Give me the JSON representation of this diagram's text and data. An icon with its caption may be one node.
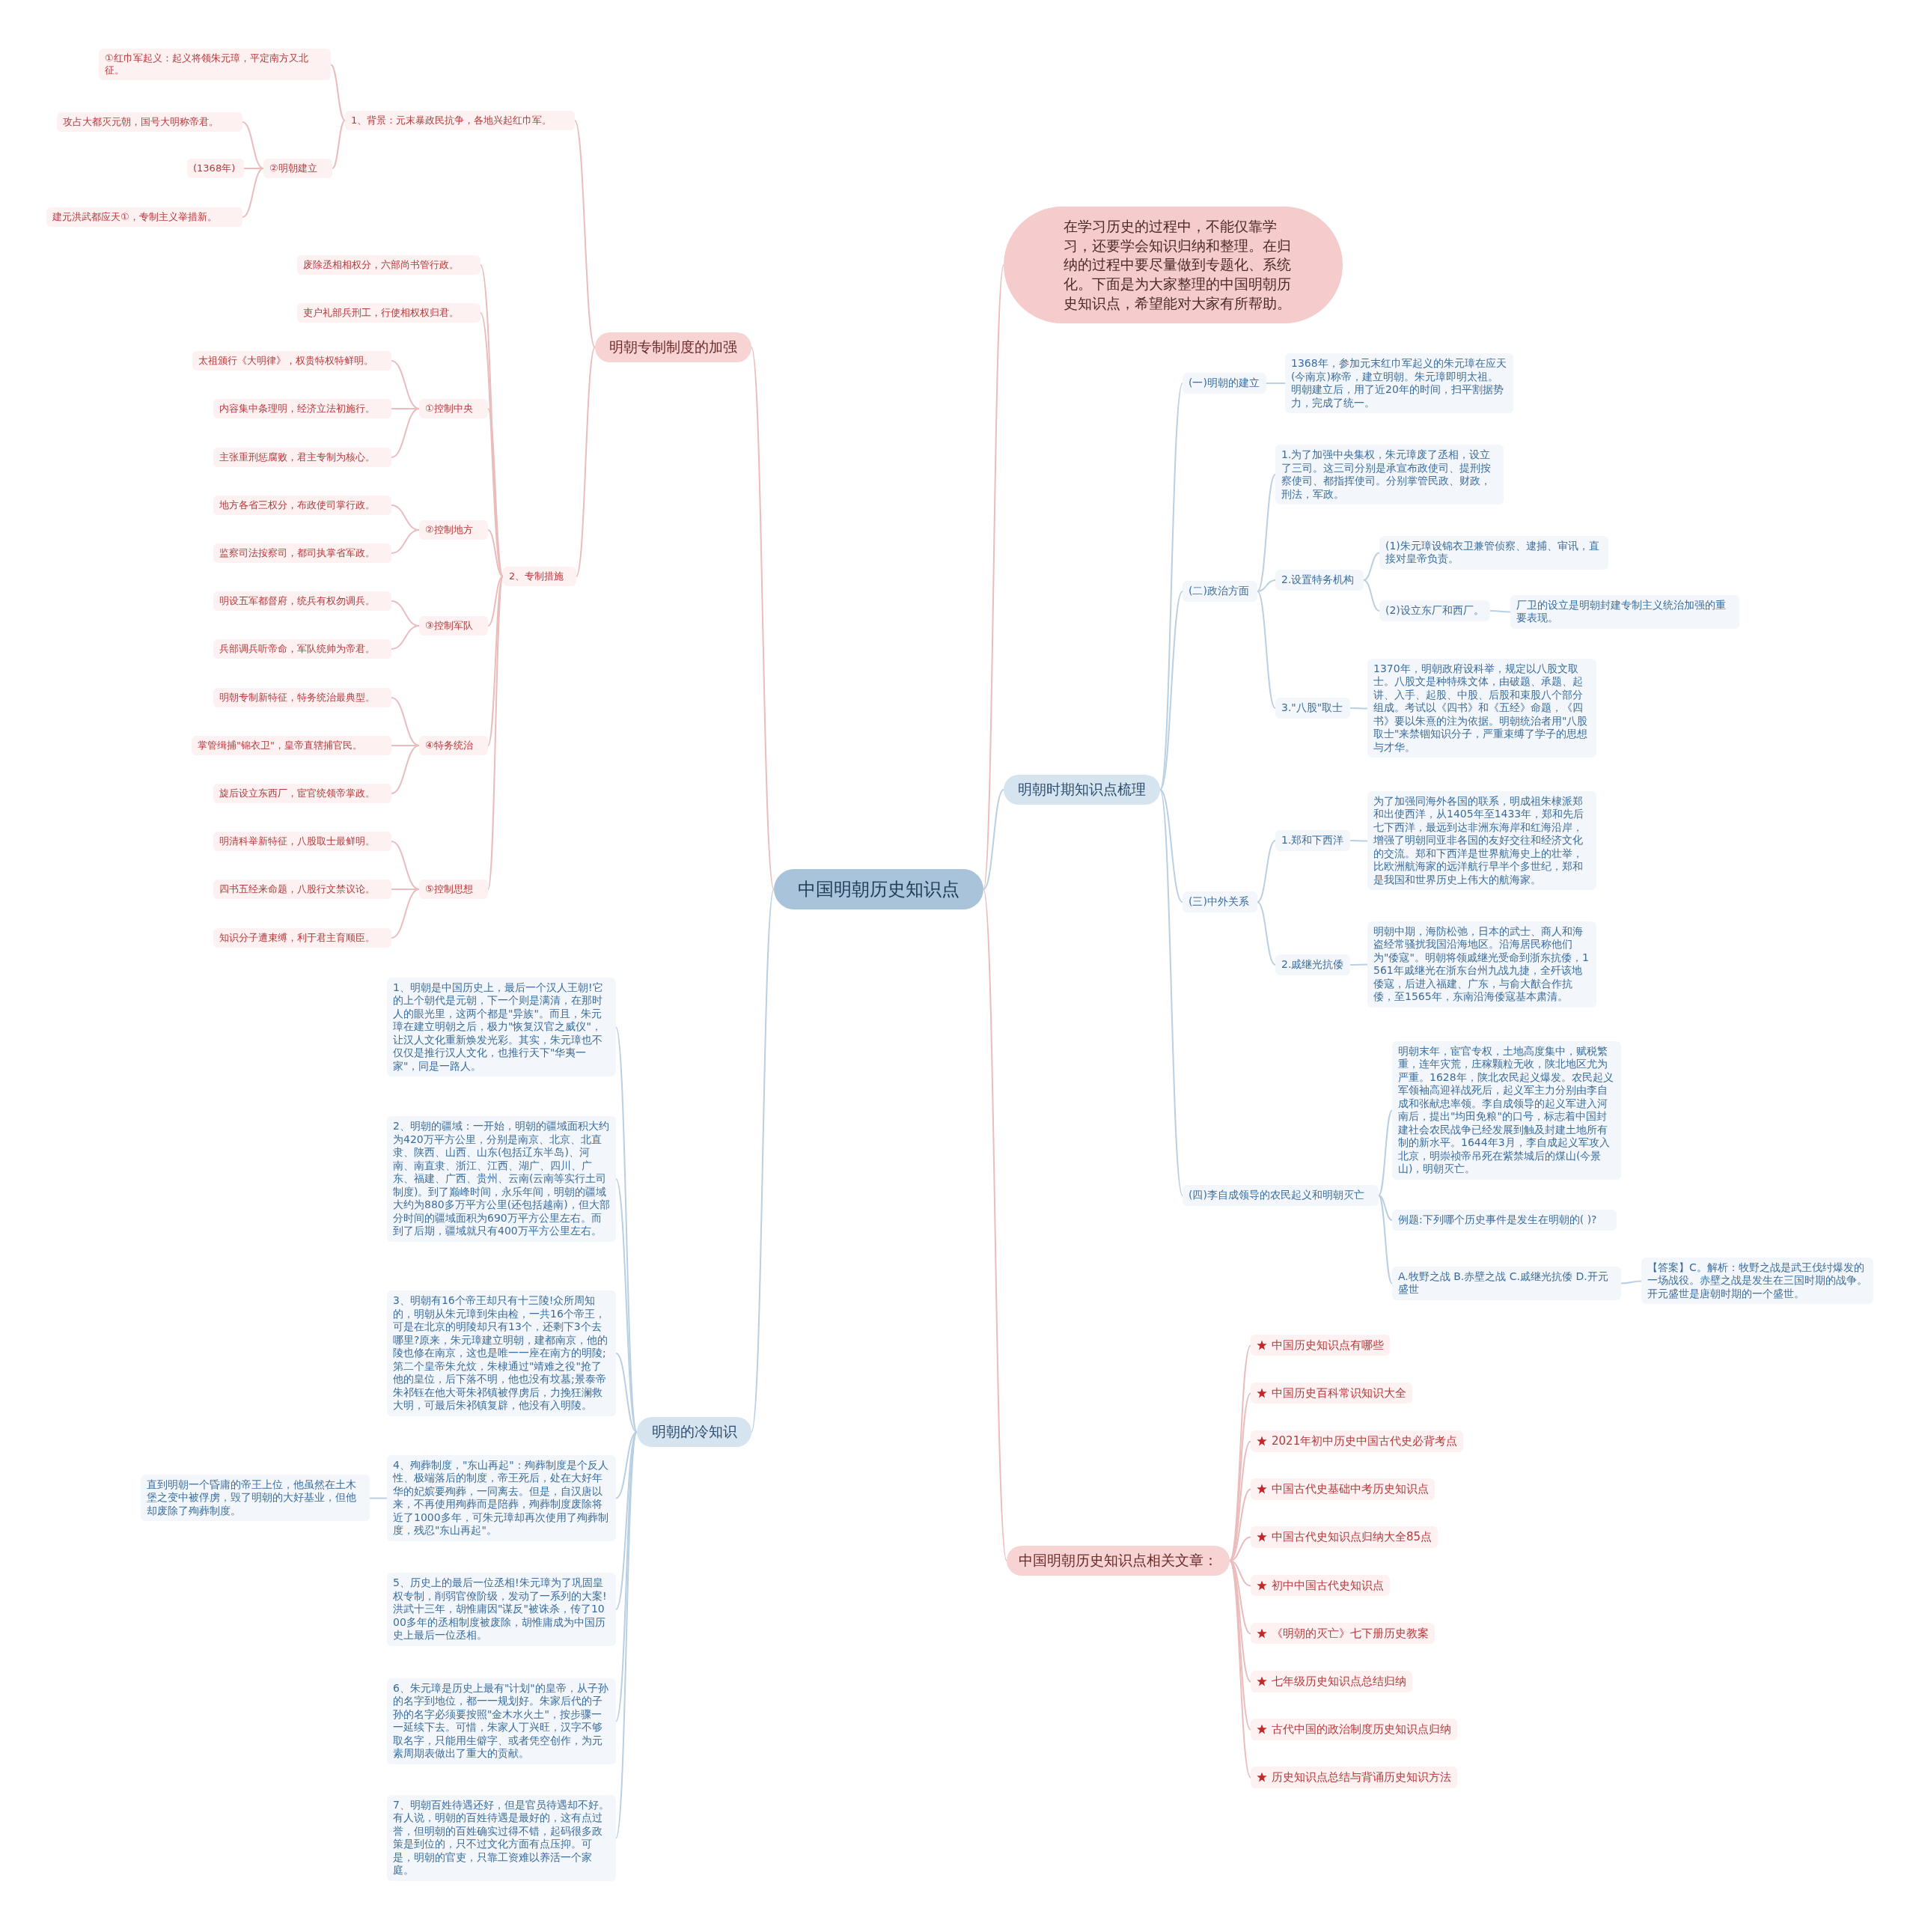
{
  "diagram": {
    "nodes": [
      {
        "text": [
          "中国明朝历史知识点"
        ]
      },
      {
        "text": [
          "在学习历史的过程中，不能仅靠学习，还要学会知识归纳和整理。在归纳的过程中要尽量做到专题化、系统化。下面是为大家整理的中国明朝历史知识点，希望能对大家有所帮助。"
        ]
      },
      {
        "text": [
          "明朝专制制度的加强"
        ]
      },
      {
        "text": [
          "1、背景：元末暴政民抗争，各地兴起红巾军。"
        ]
      },
      {
        "text": [
          "①红巾军起义：起义将领朱元璋，平定南方又北征。"
        ]
      },
      {
        "text": [
          "②明朝建立"
        ]
      },
      {
        "text": [
          "攻占大都灭元朝，国号大明称帝君。"
        ]
      },
      {
        "text": [
          "(1368年)"
        ]
      },
      {
        "text": [
          "建元洪武都应天①，专制主义举措新。"
        ]
      },
      {
        "text": [
          "2、专制措施"
        ]
      },
      {
        "text": [
          "废除丞相相权分，六部尚书管行政。"
        ]
      },
      {
        "text": [
          "吏户礼部兵刑工，行使相权权归君。"
        ]
      },
      {
        "text": [
          "①控制中央"
        ]
      },
      {
        "text": [
          "太祖颁行《大明律》，权贵特权特鲜明。"
        ]
      },
      {
        "text": [
          "内容集中条理明，经济立法初施行。"
        ]
      },
      {
        "text": [
          "主张重刑惩腐败，君主专制为核心。"
        ]
      },
      {
        "text": [
          "②控制地方"
        ]
      },
      {
        "text": [
          "地方各省三权分，布政使司掌行政。"
        ]
      },
      {
        "text": [
          "监察司法按察司，都司执掌省军政。"
        ]
      },
      {
        "text": [
          "③控制军队"
        ]
      },
      {
        "text": [
          "明设五军都督府，统兵有权勿调兵。"
        ]
      },
      {
        "text": [
          "兵部调兵听帝命，军队统帅为帝君。"
        ]
      },
      {
        "text": [
          "④特务统治"
        ]
      },
      {
        "text": [
          "明朝专制新特征，特务统治最典型。"
        ]
      },
      {
        "text": [
          "掌管缉捕\"锦衣卫\"，皇帝直辖捕官民。"
        ]
      },
      {
        "text": [
          "旋后设立东西厂，宦官统领帝掌政。"
        ]
      },
      {
        "text": [
          "⑤控制思想"
        ]
      },
      {
        "text": [
          "明清科举新特征，八股取士最鲜明。"
        ]
      },
      {
        "text": [
          "四书五经来命题，八股行文禁议论。"
        ]
      },
      {
        "text": [
          "知识分子遭束缚，利于君主育顺臣。"
        ]
      },
      {
        "text": [
          "明朝时期知识点梳理"
        ]
      },
      {
        "text": [
          "(一)明朝的建立"
        ]
      },
      {
        "text": [
          "1368年，参加元末红巾军起义的朱元璋在应天(今南京)称帝，建立明朝。朱元璋即明太祖。明朝建立后，用了近20年的时间，扫平割据势力，完成了统一。"
        ]
      },
      {
        "text": [
          "(二)政治方面"
        ]
      },
      {
        "text": [
          "1.为了加强中央集权，朱元璋废了丞相，设立了三司。这三司分别是承宣布政使司、提刑按察使司、都指挥使司。分别掌管民政、财政，刑法，军政。"
        ]
      },
      {
        "text": [
          "2.设置特务机构"
        ]
      },
      {
        "text": [
          "(1)朱元璋设锦衣卫兼管侦察、逮捕、审讯，直接对皇帝负责。"
        ]
      },
      {
        "text": [
          "(2)设立东厂和西厂。"
        ]
      },
      {
        "text": [
          "厂卫的设立是明朝封建专制主义统治加强的重要表现。"
        ]
      },
      {
        "text": [
          "3.\"八股\"取士"
        ]
      },
      {
        "text": [
          "1370年，明朝政府设科举，规定以八股文取士。八股文是种特殊文体，由破题、承题、起讲、入手、起股、中股、后股和束股八个部分组成。考试以《四书》和《五经》命题，《四书》要以朱熹的注为依据。明朝统治者用\"八股取士\"来禁锢知识分子，严重束缚了学子的思想与才华。"
        ]
      },
      {
        "text": [
          "(三)中外关系"
        ]
      },
      {
        "text": [
          "1.郑和下西洋"
        ]
      },
      {
        "text": [
          "为了加强同海外各国的联系，明成祖朱棣派郑和出使西洋，从1405年至1433年，郑和先后七下西洋，最远到达非洲东海岸和红海沿岸，增强了明朝同亚非各国的友好交往和经济文化的交流。郑和下西洋是世界航海史上的壮举，比欧洲航海家的远洋航行早半个多世纪，郑和是我国和世界历史上伟大的航海家。"
        ]
      },
      {
        "text": [
          "2.戚继光抗倭"
        ]
      },
      {
        "text": [
          "明朝中期，海防松弛，日本的武士、商人和海盗经常骚扰我国沿海地区。沿海居民称他们为\"倭寇\"。明朝将领戚继光受命到浙东抗倭，1561年戚继光在浙东台州九战九捷，全歼该地倭寇，后进入福建、广东，与俞大猷合作抗倭，至1565年，东南沿海倭寇基本肃清。"
        ]
      },
      {
        "text": [
          "(四)李自成领导的农民起义和明朝灭亡"
        ]
      },
      {
        "text": [
          "明朝末年，宦官专权，土地高度集中，赋税繁重，连年灾荒，庄稼颗粒无收，陕北地区尤为严重。1628年，陕北农民起义爆发。农民起义军领袖高迎祥战死后，起义军主力分别由李自成和张献忠率领。李自成领导的起义军进入河南后，提出\"均田免粮\"的口号，标志着中国封建社会农民战争已经发展到触及封建土地所有制的新水平。1644年3月，李自成起义军攻入北京，明崇祯帝吊死在紫禁城后的煤山(今景山)，明朝灭亡。"
        ]
      },
      {
        "text": [
          "例题:下列哪个历史事件是发生在明朝的( )?"
        ]
      },
      {
        "text": [
          "A.牧野之战 B.赤壁之战 C.戚继光抗倭 D.开元盛世"
        ]
      },
      {
        "text": [
          "【答案】C。解析：牧野之战是武王伐纣爆发的一场战役。赤壁之战是发生在三国时期的战争。开元盛世是唐朝时期的一个盛世。"
        ]
      },
      {
        "text": [
          "明朝的冷知识"
        ]
      },
      {
        "text": [
          "1、明朝是中国历史上，最后一个汉人王朝!它的上个朝代是元朝，下一个则是满清，在那时人的眼光里，这两个都是\"异族\"。而且，朱元璋在建立明朝之后，极力\"恢复汉官之威仪\"，让汉人文化重新焕发光彩。其实，朱元璋也不仅仅是推行汉人文化，也推行天下\"华夷一家\"，同是一路人。"
        ]
      },
      {
        "text": [
          "2、明朝的疆域：一开始，明朝的疆域面积大约为420万平方公里，分别是南京、北京、北直隶、陕西、山西、山东(包括辽东半岛)、河南、南直隶、浙江、江西、湖广、四川、广东、福建、广西、贵州、云南(云南等实行土司制度)。到了巅峰时间，永乐年间，明朝的疆域大约为880多万平方公里(还包括越南)，但大部分时间的疆域面积为690万平方公里左右。而到了后期，疆域就只有400万平方公里左右。"
        ]
      },
      {
        "text": [
          "3、明朝有16个帝王却只有十三陵!众所周知的，明朝从朱元璋到朱由检，一共16个帝王，可是在北京的明陵却只有13个，还剩下3个去哪里?原来，朱元璋建立明朝，建都南京，他的陵也修在南京，这也是唯一一座在南方的明陵;第二个皇帝朱允炆，朱棣通过\"靖难之役\"抢了他的皇位，后下落不明，他也没有坟墓;景泰帝朱祁钰在他大哥朱祁镇被俘虏后，力挽狂澜救大明，可最后朱祁镇复辟，他没有入明陵。"
        ]
      },
      {
        "text": [
          "4、殉葬制度，\"东山再起\"：殉葬制度是个反人性、极端落后的制度，帝王死后，处在大好年华的妃嫔要殉葬，一同离去。但是，自汉唐以来，不再使用殉葬而是陪葬，殉葬制度废除将近了1000多年，可朱元璋却再次使用了殉葬制度，残忍\"东山再起\"。"
        ]
      },
      {
        "text": [
          "直到明朝一个昏庸的帝王上位，他虽然在土木堡之变中被俘虏，毁了明朝的大好基业，但他却废除了殉葬制度。"
        ]
      },
      {
        "text": [
          "5、历史上的最后一位丞相!朱元璋为了巩固皇权专制，削弱官僚阶级，发动了一系列的大案!洪武十三年，胡惟庸因\"谋反\"被诛杀，传了1000多年的丞相制度被废除，胡惟庸成为中国历史上最后一位丞相。"
        ]
      },
      {
        "text": [
          "6、朱元璋是历史上最有\"计划\"的皇帝，从子孙的名字到地位，都一一规划好。朱家后代的子孙的名字必须要按照\"金木水火土\"，按步骤一一延续下去。可惜，朱家人丁兴旺，汉字不够取名字，只能用生僻字、或者凭空创作，为元素周期表做出了重大的贡献。"
        ]
      },
      {
        "text": [
          "7、明朝百姓待遇还好，但是官员待遇却不好。有人说，明朝的百姓待遇是最好的，这有点过誉，但明朝的百姓确实过得不错，起码很多政策是到位的，只不过文化方面有点压抑。可是，明朝的官吏，只靠工资难以养活一个家庭。"
        ]
      },
      {
        "text": [
          "中国明朝历史知识点相关文章："
        ]
      },
      {
        "text": [
          "中国历史知识点有哪些"
        ]
      },
      {
        "text": [
          "中国历史百科常识知识大全"
        ]
      },
      {
        "text": [
          "2021年初中历史中国古代史必背考点"
        ]
      },
      {
        "text": [
          "中国古代史基础中考历史知识点"
        ]
      },
      {
        "text": [
          "中国古代史知识点归纳大全85点"
        ]
      },
      {
        "text": [
          "初中中国古代史知识点"
        ]
      },
      {
        "text": [
          "《明朝的灭亡》七下册历史教案"
        ]
      },
      {
        "text": [
          "七年级历史知识点总结归纳"
        ]
      },
      {
        "text": [
          "古代中国的政治制度历史知识点归纳"
        ]
      },
      {
        "text": [
          "历史知识点总结与背诵历史知识方法"
        ]
      }
    ],
    "edges": [
      {
        "from": 0,
        "to": 1,
        "arrow": "none"
      },
      {
        "from": 0,
        "to": 2,
        "arrow": "none"
      },
      {
        "from": 2,
        "to": 3,
        "arrow": "none"
      },
      {
        "from": 3,
        "to": 4,
        "arrow": "none"
      },
      {
        "from": 3,
        "to": 5,
        "arrow": "none"
      },
      {
        "from": 5,
        "to": 6,
        "arrow": "none"
      },
      {
        "from": 5,
        "to": 7,
        "arrow": "none"
      },
      {
        "from": 5,
        "to": 8,
        "arrow": "none"
      },
      {
        "from": 2,
        "to": 9,
        "arrow": "none"
      },
      {
        "from": 9,
        "to": 10,
        "arrow": "none"
      },
      {
        "from": 9,
        "to": 11,
        "arrow": "none"
      },
      {
        "from": 9,
        "to": 12,
        "arrow": "none"
      },
      {
        "from": 12,
        "to": 13,
        "arrow": "none"
      },
      {
        "from": 12,
        "to": 14,
        "arrow": "none"
      },
      {
        "from": 12,
        "to": 15,
        "arrow": "none"
      },
      {
        "from": 9,
        "to": 16,
        "arrow": "none"
      },
      {
        "from": 16,
        "to": 17,
        "arrow": "none"
      },
      {
        "from": 16,
        "to": 18,
        "arrow": "none"
      },
      {
        "from": 9,
        "to": 19,
        "arrow": "none"
      },
      {
        "from": 19,
        "to": 20,
        "arrow": "none"
      },
      {
        "from": 19,
        "to": 21,
        "arrow": "none"
      },
      {
        "from": 9,
        "to": 22,
        "arrow": "none"
      },
      {
        "from": 22,
        "to": 23,
        "arrow": "none"
      },
      {
        "from": 22,
        "to": 24,
        "arrow": "none"
      },
      {
        "from": 22,
        "to": 25,
        "arrow": "none"
      },
      {
        "from": 9,
        "to": 26,
        "arrow": "none"
      },
      {
        "from": 26,
        "to": 27,
        "arrow": "none"
      },
      {
        "from": 26,
        "to": 28,
        "arrow": "none"
      },
      {
        "from": 26,
        "to": 29,
        "arrow": "none"
      },
      {
        "from": 0,
        "to": 30,
        "arrow": "none",
        "color": "#b9cfe2"
      },
      {
        "from": 30,
        "to": 31,
        "arrow": "none",
        "color": "#b9cfe2"
      },
      {
        "from": 31,
        "to": 32,
        "arrow": "none",
        "color": "#b9cfe2"
      },
      {
        "from": 30,
        "to": 33,
        "arrow": "none",
        "color": "#b9cfe2"
      },
      {
        "from": 33,
        "to": 34,
        "arrow": "none",
        "color": "#b9cfe2"
      },
      {
        "from": 33,
        "to": 35,
        "arrow": "none",
        "color": "#b9cfe2"
      },
      {
        "from": 35,
        "to": 36,
        "arrow": "none",
        "color": "#b9cfe2"
      },
      {
        "from": 35,
        "to": 37,
        "arrow": "none",
        "color": "#b9cfe2"
      },
      {
        "from": 37,
        "to": 38,
        "arrow": "none",
        "color": "#b9cfe2"
      },
      {
        "from": 33,
        "to": 39,
        "arrow": "none",
        "color": "#b9cfe2"
      },
      {
        "from": 39,
        "to": 40,
        "arrow": "none",
        "color": "#b9cfe2"
      },
      {
        "from": 30,
        "to": 41,
        "arrow": "none",
        "color": "#b9cfe2"
      },
      {
        "from": 41,
        "to": 42,
        "arrow": "none",
        "color": "#b9cfe2"
      },
      {
        "from": 42,
        "to": 43,
        "arrow": "none",
        "color": "#b9cfe2"
      },
      {
        "from": 41,
        "to": 44,
        "arrow": "none",
        "color": "#b9cfe2"
      },
      {
        "from": 44,
        "to": 45,
        "arrow": "none",
        "color": "#b9cfe2"
      },
      {
        "from": 30,
        "to": 46,
        "arrow": "none",
        "color": "#b9cfe2"
      },
      {
        "from": 46,
        "to": 47,
        "arrow": "none",
        "color": "#b9cfe2"
      },
      {
        "from": 46,
        "to": 48,
        "arrow": "none",
        "color": "#b9cfe2"
      },
      {
        "from": 46,
        "to": 49,
        "arrow": "none",
        "color": "#b9cfe2"
      },
      {
        "from": 49,
        "to": 50,
        "arrow": "none",
        "color": "#b9cfe2"
      },
      {
        "from": 0,
        "to": 51,
        "arrow": "none",
        "color": "#b9cfe2"
      },
      {
        "from": 51,
        "to": 52,
        "arrow": "none",
        "color": "#b9cfe2"
      },
      {
        "from": 51,
        "to": 53,
        "arrow": "none",
        "color": "#b9cfe2"
      },
      {
        "from": 51,
        "to": 54,
        "arrow": "none",
        "color": "#b9cfe2"
      },
      {
        "from": 51,
        "to": 55,
        "arrow": "none",
        "color": "#b9cfe2"
      },
      {
        "from": 55,
        "to": 56,
        "arrow": "none",
        "color": "#b9cfe2"
      },
      {
        "from": 51,
        "to": 57,
        "arrow": "none",
        "color": "#b9cfe2"
      },
      {
        "from": 51,
        "to": 58,
        "arrow": "none",
        "color": "#b9cfe2"
      },
      {
        "from": 51,
        "to": 59,
        "arrow": "none",
        "color": "#b9cfe2"
      },
      {
        "from": 0,
        "to": 60,
        "arrow": "none"
      },
      {
        "from": 60,
        "to": 61,
        "arrow": "none"
      },
      {
        "from": 60,
        "to": 62,
        "arrow": "none"
      },
      {
        "from": 60,
        "to": 63,
        "arrow": "none"
      },
      {
        "from": 60,
        "to": 64,
        "arrow": "none"
      },
      {
        "from": 60,
        "to": 65,
        "arrow": "none"
      },
      {
        "from": 60,
        "to": 66,
        "arrow": "none"
      },
      {
        "from": 60,
        "to": 67,
        "arrow": "none"
      },
      {
        "from": 60,
        "to": 68,
        "arrow": "none"
      },
      {
        "from": 60,
        "to": 69,
        "arrow": "none"
      },
      {
        "from": 60,
        "to": 70,
        "arrow": "none"
      }
    ]
  }
}
